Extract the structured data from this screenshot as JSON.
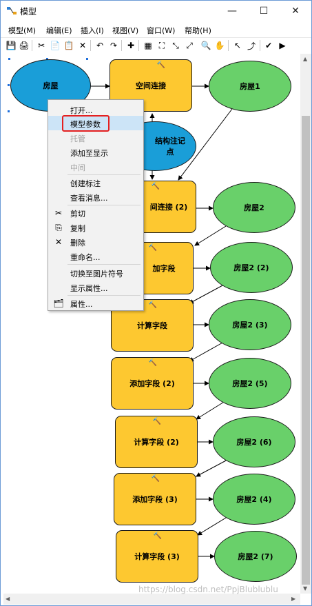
{
  "window": {
    "title": "模型",
    "minimize": "—",
    "maximize": "☐",
    "close": "✕"
  },
  "menu": [
    "模型(M)",
    "编辑(E)",
    "插入(I)",
    "视图(V)",
    "窗口(W)",
    "帮助(H)"
  ],
  "toolbar": {
    "icons": [
      "save-icon",
      "print-icon",
      "cut-icon",
      "copy-icon",
      "paste-icon",
      "delete-icon",
      "undo-icon",
      "redo-icon",
      "add-data-icon",
      "auto-layout-icon",
      "full-extent-icon",
      "zoom-in-fixed-icon",
      "zoom-out-fixed-icon",
      "zoom-icon",
      "pan-icon",
      "select-icon",
      "connect-icon",
      "validate-icon",
      "run-icon"
    ],
    "glyphs": [
      "💾",
      "🖨",
      "✂",
      "📄",
      "📋",
      "✕",
      "↶",
      "↷",
      "✚",
      "▦",
      "⛶",
      "⤡",
      "⤢",
      "🔍",
      "✋",
      "↖",
      "⤴",
      "✔",
      "▶"
    ]
  },
  "nodes": {
    "house": "房屋",
    "spatial_join": "空间连接",
    "house1": "房屋1",
    "annotation": "结构注记\n点",
    "spatial_join2": "间连接 (2)",
    "house2": "房屋2",
    "add_field": "加字段",
    "house2_2": "房屋2 (2)",
    "calc_field": "计算字段",
    "house2_3": "房屋2 (3)",
    "add_field2": "添加字段 (2)",
    "house2_5": "房屋2 (5)",
    "calc_field2": "计算字段 (2)",
    "house2_6": "房屋2 (6)",
    "add_field3": "添加字段 (3)",
    "house2_4": "房屋2 (4)",
    "calc_field3": "计算字段 (3)",
    "house2_7": "房屋2 (7)"
  },
  "context_menu": {
    "open": "打开...",
    "model_params": "模型参数",
    "managed": "托管",
    "add_to_display": "添加至显示",
    "intermediate": "中间",
    "create_label": "创建标注",
    "view_messages": "查看消息...",
    "cut": "剪切",
    "copy": "复制",
    "delete": "删除",
    "rename": "重命名...",
    "toggle_image": "切换至图片符号",
    "display_props": "显示属性...",
    "properties": "属性..."
  },
  "watermark": "https://blog.csdn.net/PpjBlublublu",
  "colors": {
    "data_blue": "#1a9ed8",
    "data_green": "#69d06a",
    "tool_yellow": "#fdc830",
    "highlight": "#cce4f7",
    "red_box": "#e52020"
  }
}
